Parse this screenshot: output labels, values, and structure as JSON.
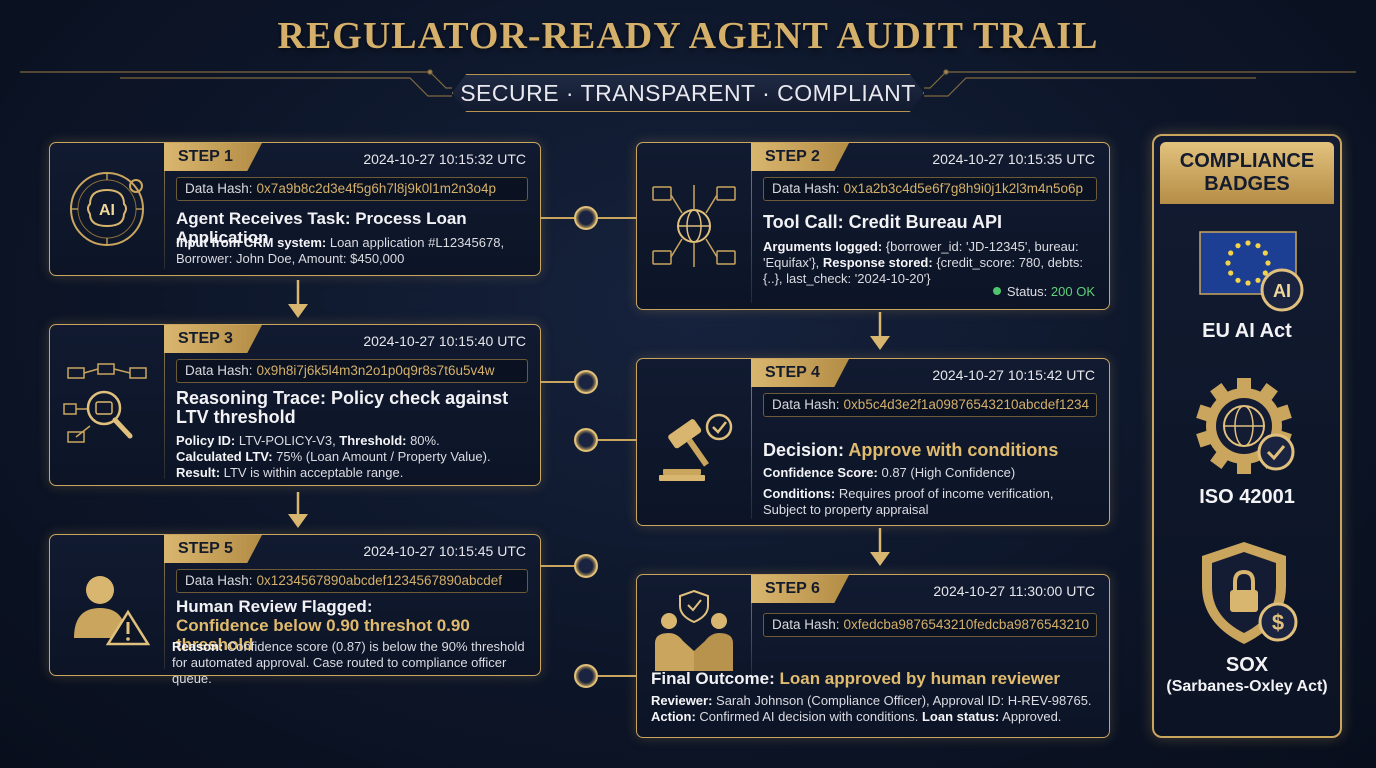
{
  "title": "REGULATOR-READY AGENT AUDIT TRAIL",
  "subtitle": "SECURE · TRANSPARENT · COMPLIANT",
  "steps": [
    {
      "step": "STEP 1",
      "timestamp": "2024-10-27 10:15:32 UTC",
      "hash_label": "Data Hash:",
      "hash": "0x7a9b8c2d3e4f5g6h7l8j9k0l1m2n3o4p",
      "title": "Agent Receives Task: Process Loan Application",
      "body_label": "Input from CRM system:",
      "body_text": " Loan application #L12345678, Borrower: John Doe, Amount: $450,000",
      "icon": "ai-brain-icon",
      "icon_text": "AI"
    },
    {
      "step": "STEP 2",
      "timestamp": "2024-10-27 10:15:35 UTC",
      "hash_label": "Data Hash:",
      "hash": "0x1a2b3c4d5e6f7g8h9i0j1k2l3m4n5o6p",
      "title": "Tool Call: Credit Bureau API",
      "args_label": "Arguments logged:",
      "args_text": " {borrower_id: 'JD-12345', bureau: 'Equifax'}, ",
      "resp_label": "Response stored:",
      "resp_text": " {credit_score: 780, debts: {..}, last_check: '2024-10-20'}",
      "status_label": "Status:",
      "status_value": "200 OK",
      "icon": "network-globe-icon"
    },
    {
      "step": "STEP 3",
      "timestamp": "2024-10-27 10:15:40 UTC",
      "hash_label": "Data Hash:",
      "hash": "0x9h8i7j6k5l4m3n2o1p0q9r8s7t6u5v4w",
      "title": "Reasoning Trace: Policy check against LTV threshold",
      "l1_label": "Policy ID:",
      "l1_text": " LTV-POLICY-V3, ",
      "l1b_label": "Threshold:",
      "l1b_text": " 80%.",
      "l2_label": "Calculated LTV:",
      "l2_text": " 75% (Loan Amount / Property Value).",
      "l3_label": "Result:",
      "l3_text": " LTV is within acceptable range.",
      "icon": "reasoning-flow-icon"
    },
    {
      "step": "STEP 4",
      "timestamp": "2024-10-27 10:15:42 UTC",
      "hash_label": "Data Hash:",
      "hash": "0xb5c4d3e2f1a09876543210abcdef1234",
      "title_label": "Decision:",
      "title_value": "Approve with conditions",
      "l1_label": "Confidence Score:",
      "l1_text": " 0.87 (High Confidence)",
      "l2_label": "Conditions:",
      "l2_text": " Requires proof of income verification, Subject to property appraisal",
      "icon": "gavel-check-icon"
    },
    {
      "step": "STEP 5",
      "timestamp": "2024-10-27 10:15:45 UTC",
      "hash_label": "Data Hash:",
      "hash": "0x1234567890abcdef1234567890abcdef",
      "title": "Human Review Flagged:",
      "title_highlight": "Confidence below 0.90 threshot 0.90 threshold",
      "body_label": "Reason:",
      "body_text": " Confidence score (0.87) is below the 90% threshold for automated approval. Case routed to compliance officer queue.",
      "icon": "user-warning-icon"
    },
    {
      "step": "STEP 6",
      "timestamp": "2024-10-27 11:30:00 UTC",
      "hash_label": "Data Hash:",
      "hash": "0xfedcba9876543210fedcba9876543210",
      "title_label": "Final Outcome:",
      "title_value": "Loan approved by human reviewer",
      "l1_label": "Reviewer:",
      "l1_text": " Sarah Johnson (Compliance Officer), Approval ID: H-REV-98765.",
      "l2_label": "Action:",
      "l2_text": " Confirmed AI decision with conditions. ",
      "l2b_label": "Loan status:",
      "l2b_text": " Approved.",
      "icon": "handshake-shield-icon"
    }
  ],
  "badges": {
    "header_line1": "COMPLIANCE",
    "header_line2": "BADGES",
    "items": [
      {
        "label": "EU AI Act",
        "icon": "eu-flag-ai-icon",
        "icon_text": "AI"
      },
      {
        "label": "ISO 42001",
        "icon": "gear-globe-check-icon"
      },
      {
        "label": "SOX",
        "sublabel": "(Sarbanes-Oxley Act)",
        "icon": "shield-lock-dollar-icon",
        "icon_text": "$"
      }
    ]
  },
  "colors": {
    "gold": "#c9a55e",
    "gold_text": "#d4b06a",
    "background": "#0d1629",
    "status_ok": "#5fd07a",
    "eu_blue": "#1c3f94"
  }
}
